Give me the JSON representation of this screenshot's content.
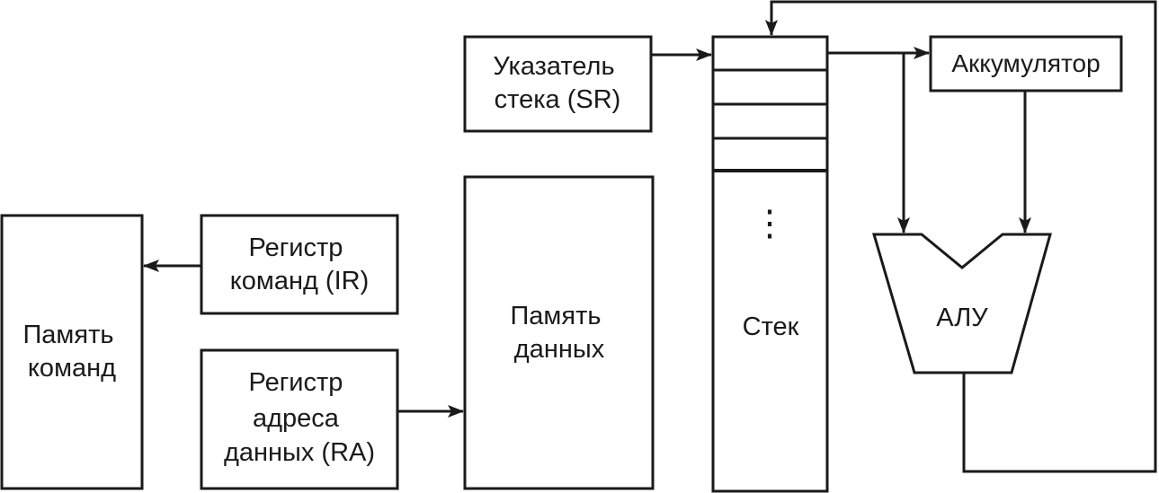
{
  "diagram": {
    "stack_pointer": {
      "line1": "Указатель",
      "line2": "стека (SR)"
    },
    "accumulator": {
      "label": "Аккумулятор"
    },
    "stack": {
      "label": "Стек",
      "dots": "⋮"
    },
    "alu": {
      "label": "АЛУ"
    },
    "instruction_register": {
      "line1": "Регистр",
      "line2": "команд (IR)"
    },
    "instruction_memory": {
      "line1": "Память",
      "line2": "команд"
    },
    "data_memory": {
      "line1": "Память",
      "line2": "данных"
    },
    "data_address_register": {
      "line1": "Регистр",
      "line2": "адреса",
      "line3": "данных (RA)"
    }
  }
}
